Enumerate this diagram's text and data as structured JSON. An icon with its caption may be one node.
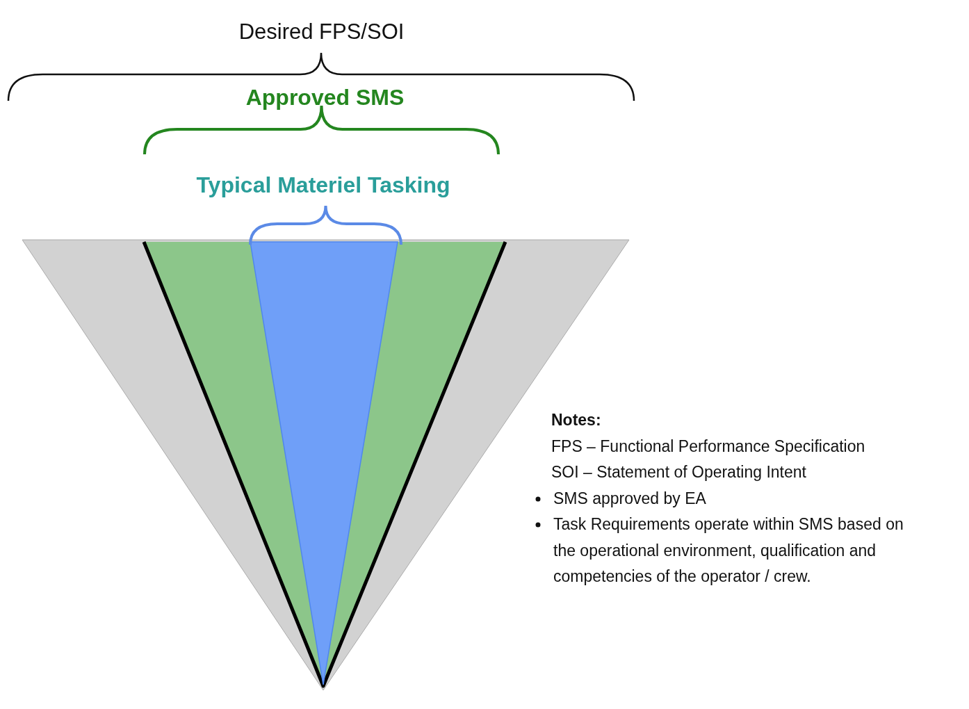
{
  "diagram": {
    "nodes": [
      {
        "text": [
          "Desired FPS/SOI"
        ]
      },
      {
        "text": [
          "Approved SMS"
        ],
        "in": 0
      },
      {
        "text": [
          "Typical Materiel Tasking"
        ],
        "in": 1
      }
    ],
    "labels": [
      "Notes:",
      "FPS – Functional Performance Specification",
      "SOI – Statement of Operating Intent",
      "SMS approved by EA",
      "Task Requirements operate within SMS based on the operational environment, qualification and competencies of the operator / crew."
    ]
  }
}
